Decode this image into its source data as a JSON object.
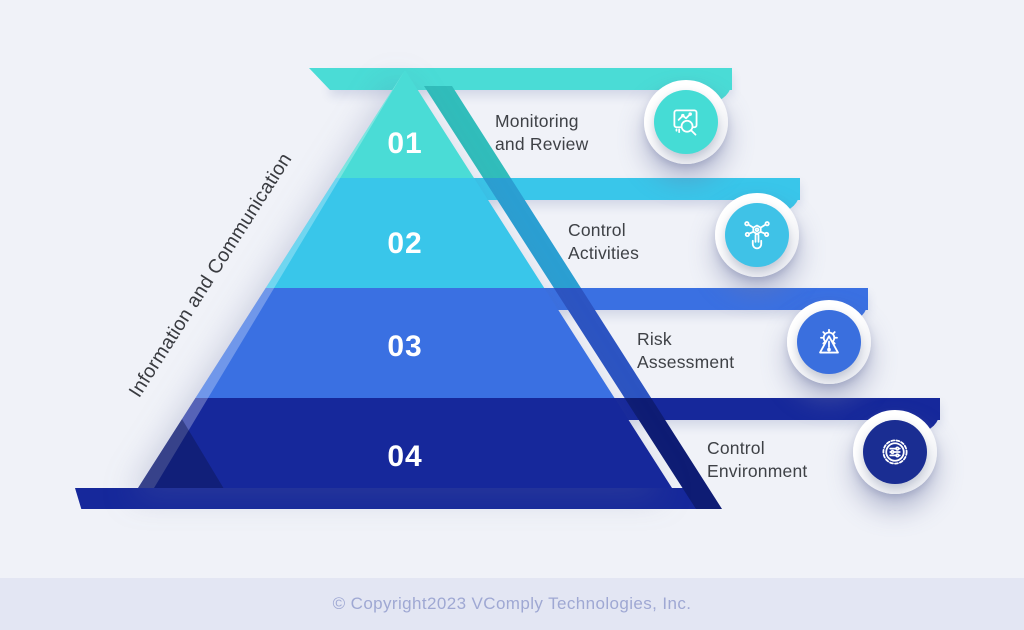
{
  "page": {
    "background": "#F0F2F8"
  },
  "diagram": {
    "side_label": "Information and Communication",
    "text_color": "#3E4146",
    "levels": [
      {
        "number": "01",
        "label_lines": [
          "Monitoring",
          "and Review"
        ],
        "color": "#4ADCD6",
        "icon_name": "monitor-magnifier-icon",
        "icon_bg": "#45DCD5"
      },
      {
        "number": "02",
        "label_lines": [
          "Control",
          "Activities"
        ],
        "color": "#39C6EA",
        "icon_name": "touch-network-icon",
        "icon_bg": "#3FC2E7"
      },
      {
        "number": "03",
        "label_lines": [
          "Risk",
          "Assessment"
        ],
        "color": "#3A70E2",
        "icon_name": "warning-gear-icon",
        "icon_bg": "#3A6FDE"
      },
      {
        "number": "04",
        "label_lines": [
          "Control",
          "Environment"
        ],
        "color": "#16289B",
        "icon_name": "badge-sliders-icon",
        "icon_bg": "#1A2D92"
      }
    ]
  },
  "footer": {
    "copyright": "© Copyright2023 VComply Technologies, Inc.",
    "background": "#E3E6F3",
    "text_color": "#9FA8D3"
  }
}
